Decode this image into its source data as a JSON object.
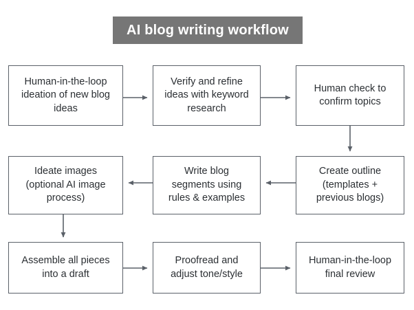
{
  "diagram": {
    "title": "AI blog writing workflow",
    "title_background_color": "#767676",
    "title_text_color": "#ffffff",
    "box_border_color": "#5a6068",
    "box_fill_color": "#ffffff",
    "connector_color": "#5a6068",
    "canvas_background": "#ffffff",
    "layout": "3x3 serpentine flowchart",
    "nodes": [
      {
        "id": "node-1",
        "row": 1,
        "col": 1,
        "label": "Human-in-the-loop\nideation of new blog\nideas"
      },
      {
        "id": "node-2",
        "row": 1,
        "col": 2,
        "label": "Verify and refine\nideas with keyword\nresearch"
      },
      {
        "id": "node-3",
        "row": 1,
        "col": 3,
        "label": "Human check to\nconfirm topics"
      },
      {
        "id": "node-4",
        "row": 2,
        "col": 1,
        "label": "Ideate images\n(optional AI image\nprocess)"
      },
      {
        "id": "node-5",
        "row": 2,
        "col": 2,
        "label": "Write blog\nsegments using\nrules & examples"
      },
      {
        "id": "node-6",
        "row": 2,
        "col": 3,
        "label": "Create outline\n(templates +\nprevious blogs)"
      },
      {
        "id": "node-7",
        "row": 3,
        "col": 1,
        "label": "Assemble all pieces\ninto a draft"
      },
      {
        "id": "node-8",
        "row": 3,
        "col": 2,
        "label": "Proofread and\nadjust tone/style"
      },
      {
        "id": "node-9",
        "row": 3,
        "col": 3,
        "label": "Human-in-the-loop\nfinal review"
      }
    ],
    "edges": [
      {
        "from": "node-1",
        "to": "node-2",
        "direction": "right"
      },
      {
        "from": "node-2",
        "to": "node-3",
        "direction": "right"
      },
      {
        "from": "node-3",
        "to": "node-6",
        "direction": "down"
      },
      {
        "from": "node-6",
        "to": "node-5",
        "direction": "left"
      },
      {
        "from": "node-5",
        "to": "node-4",
        "direction": "left"
      },
      {
        "from": "node-4",
        "to": "node-7",
        "direction": "down"
      },
      {
        "from": "node-7",
        "to": "node-8",
        "direction": "right"
      },
      {
        "from": "node-8",
        "to": "node-9",
        "direction": "right"
      }
    ]
  }
}
